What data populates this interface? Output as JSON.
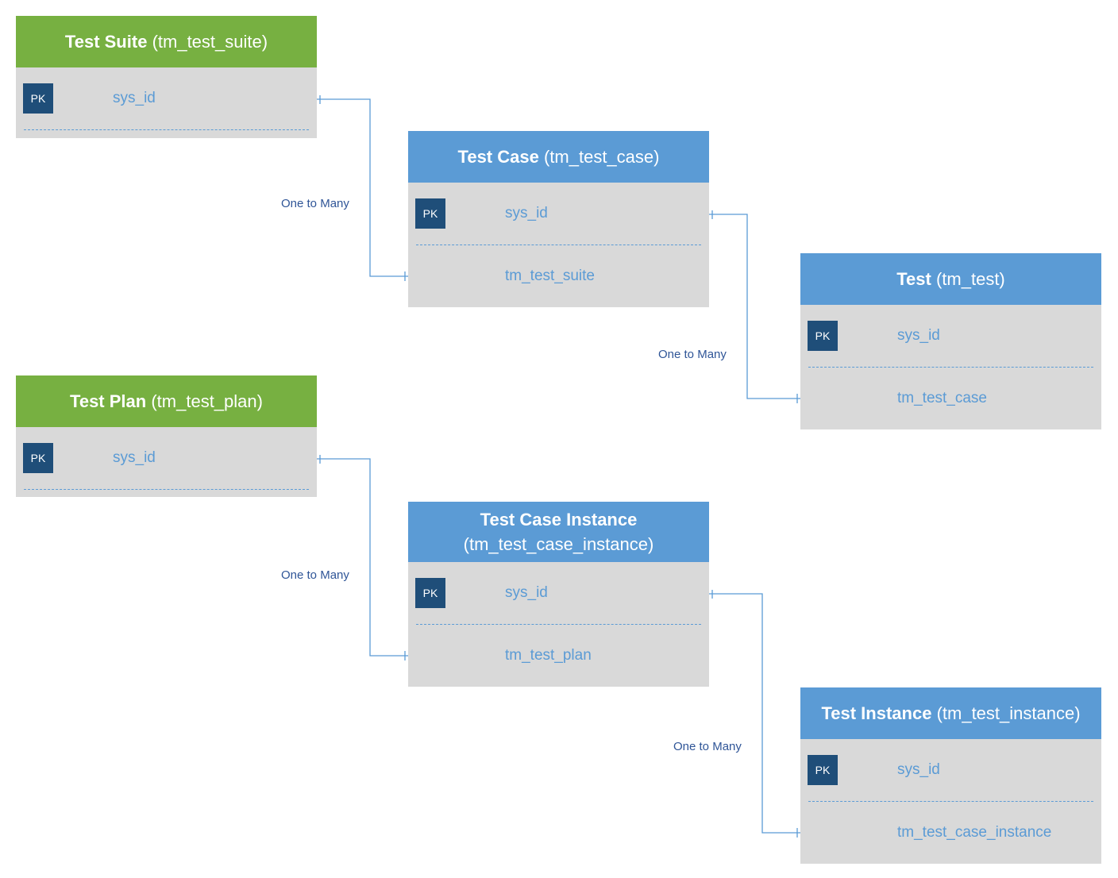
{
  "colors": {
    "green_header": "#77b041",
    "blue_header": "#5b9bd5",
    "pk_badge": "#1f4e79",
    "body": "#d9d9d9",
    "field_text": "#5b9bd5",
    "connector": "#5b9bd5"
  },
  "pk_label": "PK",
  "tables": {
    "test_suite": {
      "name": "Test Suite",
      "table": "(tm_test_suite)",
      "pk": "sys_id"
    },
    "test_case": {
      "name": "Test Case",
      "table": "(tm_test_case)",
      "pk": "sys_id",
      "fk": "tm_test_suite"
    },
    "test": {
      "name": "Test",
      "table": "(tm_test)",
      "pk": "sys_id",
      "fk": "tm_test_case"
    },
    "test_plan": {
      "name": "Test Plan",
      "table": "(tm_test_plan)",
      "pk": "sys_id"
    },
    "test_case_instance": {
      "name": "Test Case Instance",
      "table": "(tm_test_case_instance)",
      "pk": "sys_id",
      "fk": "tm_test_plan"
    },
    "test_instance": {
      "name": "Test Instance",
      "table": "(tm_test_instance)",
      "pk": "sys_id",
      "fk": "tm_test_case_instance"
    }
  },
  "relationships": [
    {
      "from": "test_suite",
      "to": "test_case",
      "label": "One to Many"
    },
    {
      "from": "test_case",
      "to": "test",
      "label": "One to Many"
    },
    {
      "from": "test_plan",
      "to": "test_case_instance",
      "label": "One to Many"
    },
    {
      "from": "test_case_instance",
      "to": "test_instance",
      "label": "One to Many"
    }
  ]
}
